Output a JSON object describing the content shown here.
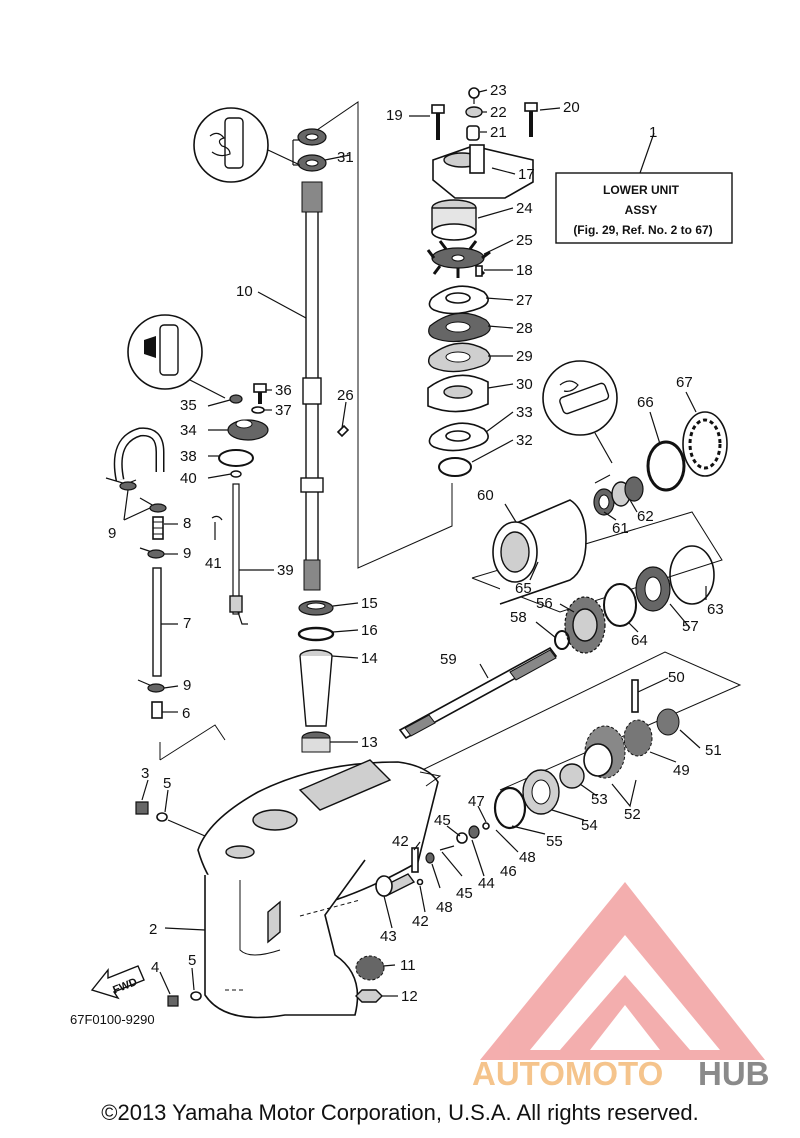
{
  "info_box": {
    "line1": "LOWER UNIT",
    "line2": "ASSY",
    "line3": "(Fig. 29, Ref. No. 2 to 67)"
  },
  "diagram_code": "67F0100-9290",
  "fwd_label": "FWD",
  "watermark": {
    "text_a": "AUTOMOTO",
    "text_b": "HUB",
    "color_a": "#f7c58a",
    "color_b": "#8a8a8a",
    "logo_color": "#f08080"
  },
  "copyright": "©2013 Yamaha Motor Corporation, U.S.A. All rights reserved.",
  "callouts": [
    "1",
    "2",
    "3",
    "4",
    "5",
    "5",
    "6",
    "7",
    "8",
    "9",
    "9",
    "9",
    "10",
    "11",
    "12",
    "13",
    "14",
    "15",
    "16",
    "17",
    "18",
    "19",
    "20",
    "21",
    "22",
    "23",
    "24",
    "25",
    "26",
    "27",
    "28",
    "29",
    "30",
    "31",
    "32",
    "33",
    "34",
    "35",
    "36",
    "37",
    "38",
    "39",
    "40",
    "41",
    "42",
    "42",
    "43",
    "44",
    "45",
    "45",
    "46",
    "47",
    "48",
    "48",
    "49",
    "50",
    "51",
    "52",
    "53",
    "54",
    "55",
    "56",
    "57",
    "58",
    "59",
    "60",
    "61",
    "62",
    "63",
    "64",
    "65",
    "66",
    "67"
  ]
}
